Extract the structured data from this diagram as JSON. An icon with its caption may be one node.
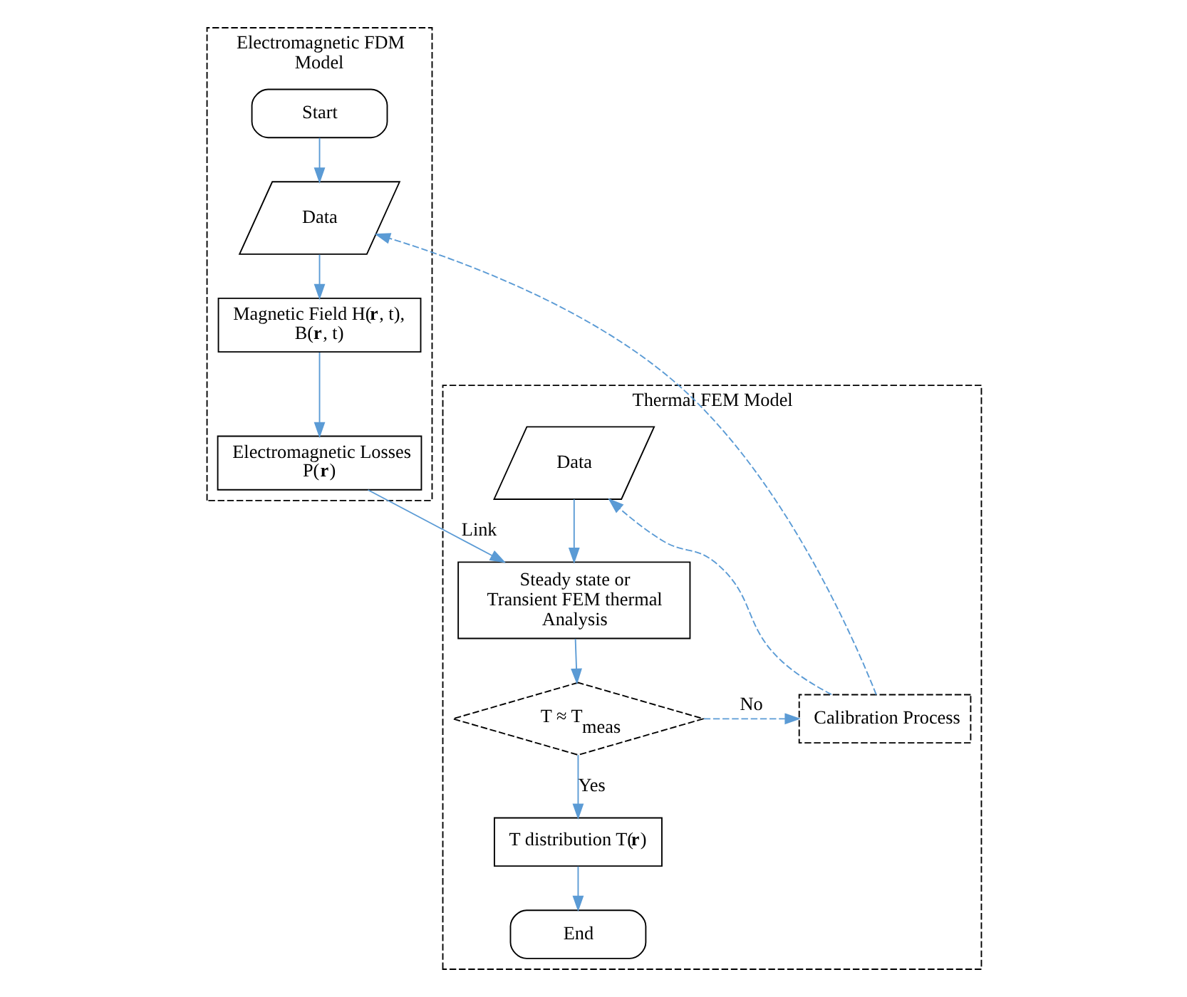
{
  "diagram": {
    "nodes": [
      {
        "text": [
          "Electromagnetic FDM Model"
        ]
      },
      {
        "text": [
          "Start"
        ],
        "in": 0
      },
      {
        "text": [
          "Data"
        ],
        "in": 0
      },
      {
        "text": [
          "Magnetic Field H(**r**, t), B(**r**, t)"
        ],
        "in": 0
      },
      {
        "text": [
          "Electromagnetic Losses P(**r**)"
        ],
        "in": 0
      },
      {
        "text": [
          "Thermal FEM Model"
        ]
      },
      {
        "text": [
          "Data"
        ],
        "in": 5
      },
      {
        "text": [
          "Steady state or Transient FEM thermal Analysis"
        ],
        "in": 5
      },
      {
        "text": [
          "T ≈ T$_{meas}$"
        ],
        "in": 5
      },
      {
        "text": [
          "Calibration Process"
        ],
        "in": 5
      },
      {
        "text": [
          "T distribution T(**r**)"
        ],
        "in": 5
      },
      {
        "text": [
          "End"
        ],
        "in": 5
      }
    ],
    "edges": [
      {
        "from": 1,
        "to": 2,
        "arrow": "to"
      },
      {
        "from": 2,
        "to": 3,
        "arrow": "to"
      },
      {
        "from": 3,
        "to": 4,
        "arrow": "to"
      },
      {
        "from": 4,
        "to": 7,
        "arrow": "to",
        "label": "Link"
      },
      {
        "from": 6,
        "to": 7,
        "arrow": "to"
      },
      {
        "from": 7,
        "to": 8,
        "arrow": "to"
      },
      {
        "from": 8,
        "to": 9,
        "arrow": "to",
        "label": "No",
        "style": "dashed"
      },
      {
        "from": 9,
        "to": 6,
        "arrow": "to",
        "style": "dashed"
      },
      {
        "from": 9,
        "to": 2,
        "arrow": "to",
        "style": "dashed"
      },
      {
        "from": 8,
        "to": 10,
        "arrow": "to",
        "label": "Yes"
      },
      {
        "from": 10,
        "to": 11,
        "arrow": "to"
      }
    ]
  }
}
